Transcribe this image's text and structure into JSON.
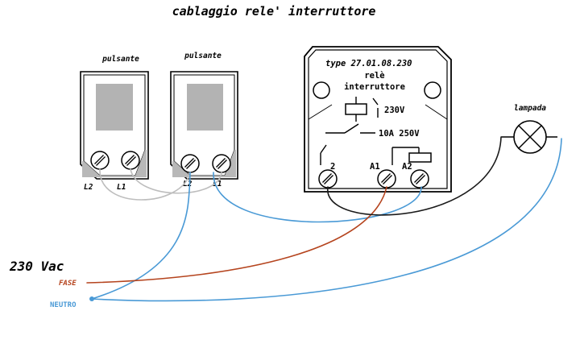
{
  "title": "cablaggio rele' interruttore",
  "push_buttons": [
    {
      "label": "pulsante",
      "terminal_left": "L2",
      "terminal_right": "L1"
    },
    {
      "label": "pulsante",
      "terminal_left": "L2",
      "terminal_right": "L1"
    }
  ],
  "relay": {
    "type_label": "type 27.01.08.230",
    "name_line1": "relè",
    "name_line2": "interruttore",
    "coil_voltage": "230V",
    "contact_rating": "10A 250V",
    "terminals": [
      "2",
      "A1",
      "A2"
    ]
  },
  "lamp": {
    "label": "lampada"
  },
  "supply": {
    "voltage": "230 Vac",
    "phase_label": "FASE",
    "neutral_label": "NEUTRO"
  },
  "colors": {
    "phase_wire": "#b5441e",
    "neutral_wire": "#4a9ad6",
    "link_wire": "#bdbdbd",
    "lamp_wire": "#1a1a1a",
    "button_window": "#b3b3b3"
  }
}
